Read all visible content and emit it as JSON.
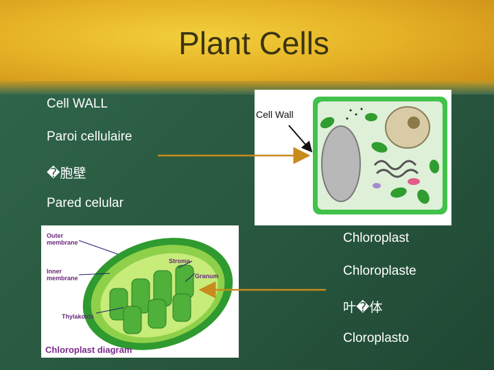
{
  "slide": {
    "title": "Plant Cells",
    "cell_wall_terms": [
      "Cell WALL",
      "Paroi cellulaire",
      "�胞壁",
      "Pared celular"
    ],
    "chloroplast_terms": [
      "Chloroplast",
      "Chloroplaste",
      "叶�体",
      "Cloroplasto"
    ]
  },
  "cell_wall_figure": {
    "label": "Cell Wall"
  },
  "chloroplast_figure": {
    "labels": {
      "outer_membrane": [
        "Outer",
        "membrane"
      ],
      "inner_membrane": [
        "Inner",
        "membrane"
      ],
      "stroma": "Stroma",
      "granum": "Granum",
      "thylakoids": "Thylakoids"
    },
    "caption": "Chloroplast diagram"
  },
  "colors": {
    "header_gold": "#e6b326",
    "body_green": "#2d5a42",
    "arrow_orange": "#c98a1c",
    "cell_green": "#3fbf3f",
    "label_purple": "#6a2a7a"
  }
}
